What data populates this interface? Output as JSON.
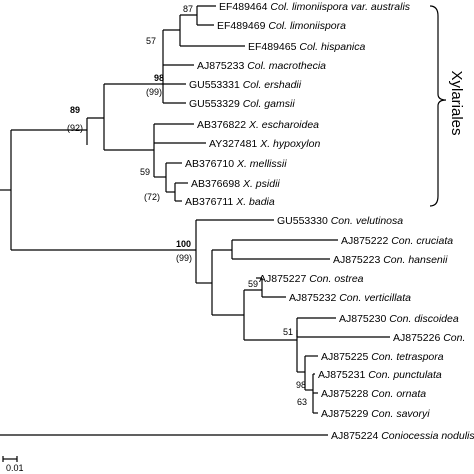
{
  "tree": {
    "taxa": [
      {
        "acc": "EF489464",
        "name": "Col. limoniispora var. australis"
      },
      {
        "acc": "EF489469",
        "name": "Col. limoniispora"
      },
      {
        "acc": "EF489465",
        "name": "Col. hispanica"
      },
      {
        "acc": "AJ875233",
        "name": "Col. macrothecia"
      },
      {
        "acc": "GU553331",
        "name": "Col. ershadii"
      },
      {
        "acc": "GU553329",
        "name": "Col. gamsii"
      },
      {
        "acc": "AB376822",
        "name": "X. escharoidea"
      },
      {
        "acc": "AY327481",
        "name": "X. hypoxylon"
      },
      {
        "acc": "AB376710",
        "name": "X. mellissii"
      },
      {
        "acc": "AB376698",
        "name": "X. psidii"
      },
      {
        "acc": "AB376711",
        "name": "X. badia"
      },
      {
        "acc": "GU553330",
        "name": "Con. velutinosa"
      },
      {
        "acc": "AJ875222",
        "name": "Con. cruciata"
      },
      {
        "acc": "AJ875223",
        "name": "Con. hansenii"
      },
      {
        "acc": "AJ875227",
        "name": "Con. ostrea"
      },
      {
        "acc": "AJ875232",
        "name": "Con. verticillata"
      },
      {
        "acc": "AJ875230",
        "name": "Con. discoidea"
      },
      {
        "acc": "AJ875226",
        "name": "Con."
      },
      {
        "acc": "AJ875225",
        "name": "Con. tetraspora"
      },
      {
        "acc": "AJ875231",
        "name": "Con. punctulata"
      },
      {
        "acc": "AJ875228",
        "name": "Con. ornata"
      },
      {
        "acc": "AJ875229",
        "name": "Con. savoryi"
      },
      {
        "acc": "AJ875224",
        "name": "Coniocessia nodulisporioides"
      }
    ],
    "support": [
      {
        "id": "n87",
        "value": "87"
      },
      {
        "id": "n57",
        "value": "57"
      },
      {
        "id": "n98",
        "value": "98",
        "bold": true
      },
      {
        "id": "n98b",
        "value": "(99)"
      },
      {
        "id": "n89",
        "value": "89",
        "bold": true
      },
      {
        "id": "n89b",
        "value": "(92)"
      },
      {
        "id": "n59a",
        "value": "59"
      },
      {
        "id": "n72",
        "value": "(72)"
      },
      {
        "id": "n100",
        "value": "100",
        "bold": true
      },
      {
        "id": "n100b",
        "value": "(99)"
      },
      {
        "id": "n59b",
        "value": "59"
      },
      {
        "id": "n51",
        "value": "51"
      },
      {
        "id": "n98c",
        "value": "98"
      },
      {
        "id": "n63",
        "value": "63"
      }
    ],
    "clade_label": "Xylariales",
    "scale_label": "0.01"
  }
}
